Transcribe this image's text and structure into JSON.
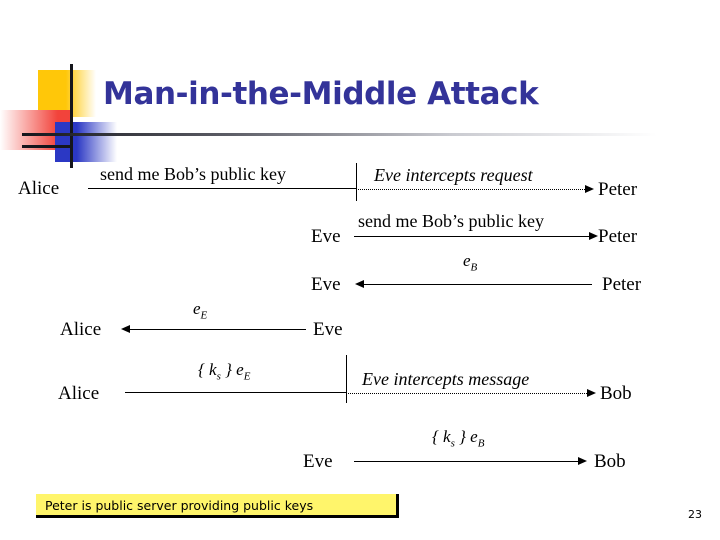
{
  "slide": {
    "title": "Man-in-the-Middle Attack",
    "page_number": "23",
    "footnote": "Peter is public server providing public keys",
    "accent_color": "#333399",
    "note_bg_color": "#FFF56B",
    "deco_colors": {
      "yellow": "#FFC709",
      "red": "#F2433B",
      "blue": "#2B38C4"
    }
  },
  "diagram": {
    "type": "sequence",
    "actors": [
      "Alice",
      "Eve",
      "Peter",
      "Bob"
    ],
    "rows": [
      {
        "id": "row-1",
        "from": "Alice",
        "to": "Peter",
        "left_label": "Alice",
        "right_label": "Peter",
        "message": "send me Bob’s public key",
        "intercept_message": "Eve intercepts request",
        "intercepted": true,
        "direction": "right"
      },
      {
        "id": "row-2",
        "from": "Eve",
        "to": "Peter",
        "left_label": "Eve",
        "right_label": "Peter",
        "message": "send me Bob’s public key",
        "direction": "right"
      },
      {
        "id": "row-3",
        "from": "Peter",
        "to": "Eve",
        "left_label": "Eve",
        "right_label": "Peter",
        "message_base": "e",
        "message_sub": "B",
        "direction": "left"
      },
      {
        "id": "row-4",
        "from": "Eve",
        "to": "Alice",
        "left_label": "Alice",
        "right_label": "Eve",
        "message_base": "e",
        "message_sub": "E",
        "direction": "left"
      },
      {
        "id": "row-5",
        "from": "Alice",
        "to": "Bob",
        "left_label": "Alice",
        "right_label": "Bob",
        "message_prefix": "{ k",
        "message_sub1": "s",
        "message_mid": " } e",
        "message_sub2": "E",
        "intercept_message": "Eve intercepts message",
        "intercepted": true,
        "direction": "right"
      },
      {
        "id": "row-6",
        "from": "Eve",
        "to": "Bob",
        "left_label": "Eve",
        "right_label": "Bob",
        "message_prefix": "{ k",
        "message_sub1": "s",
        "message_mid": " } e",
        "message_sub2": "B",
        "direction": "right"
      }
    ]
  }
}
